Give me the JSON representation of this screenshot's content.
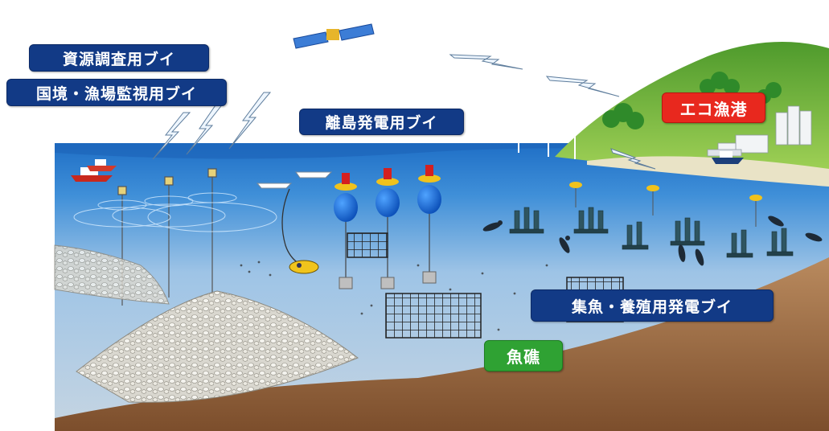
{
  "labels": {
    "resource_buoy": "資源調査用ブイ",
    "border_buoy": "国境・漁場監視用ブイ",
    "island_power_buoy": "離島発電用ブイ",
    "eco_port": "エコ漁港",
    "fish_gathering_buoy": "集魚・養殖用発電ブイ",
    "fish_reef": "魚礁"
  },
  "colors": {
    "label_navy": "#123a86",
    "label_red": "#e8281e",
    "label_green": "#2fa233",
    "sea_surface": "#2c7fd0",
    "sea_deep": "#a9c6dd",
    "seabed": "#8a5a35",
    "hill": "#6fb83a"
  },
  "icons": [
    "satellite-icon",
    "lightning-icon",
    "wind-turbine-icon",
    "boat-icon",
    "buoy-icon",
    "diver-icon",
    "submersible-icon",
    "fish-reef-icon",
    "tree-icon",
    "building-icon"
  ]
}
